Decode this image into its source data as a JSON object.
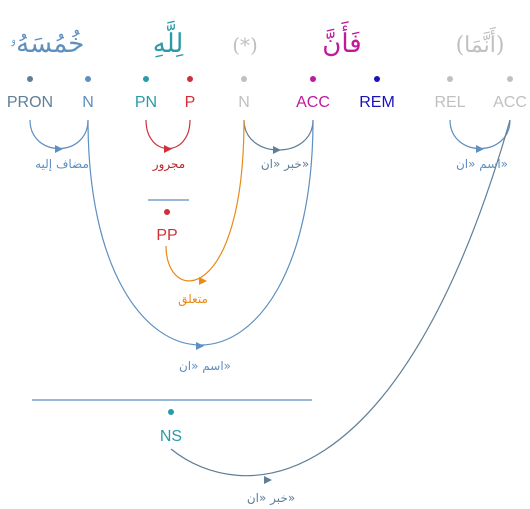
{
  "words": [
    {
      "text": "خُمُسَهُۥ",
      "color": "#5e8fc1"
    },
    {
      "text": "لِلَّهِ",
      "color": "#2a9aa8"
    },
    {
      "text": "(*)",
      "color": "#c0c0c0"
    },
    {
      "text": "فَأَنَّ",
      "color": "#c0199b"
    },
    {
      "text": "(أَنَّمَا)",
      "color": "#c0c0c0"
    }
  ],
  "tags": [
    {
      "label": "PRON",
      "color": "#5f7f97"
    },
    {
      "label": "N",
      "color": "#5e8fc1"
    },
    {
      "label": "PN",
      "color": "#2a9aa8"
    },
    {
      "label": "P",
      "color": "#d0303a"
    },
    {
      "label": "N",
      "color": "#c0c0c0"
    },
    {
      "label": "ACC",
      "color": "#c0199b"
    },
    {
      "label": "REM",
      "color": "#1b12b8"
    },
    {
      "label": "REL",
      "color": "#c0c0c0"
    },
    {
      "label": "ACC",
      "color": "#c0c0c0"
    }
  ],
  "phrases": [
    {
      "label": "PP",
      "color": "#d0303a"
    },
    {
      "label": "NS",
      "color": "#2a9aa8"
    }
  ],
  "relations": [
    {
      "label": "مضاف إليه",
      "color": "#5e8fc1"
    },
    {
      "label": "مجرور",
      "color": "#b5262c"
    },
    {
      "label": "خبر «ان»",
      "color": "#5f7f97"
    },
    {
      "label": "اسم «ان»",
      "color": "#5e8fc1"
    },
    {
      "label": "متعلق",
      "color": "#e88a1a"
    },
    {
      "label": "اسم «ان»",
      "color": "#5e8fc1"
    },
    {
      "label": "خبر «ان»",
      "color": "#5f7f97"
    }
  ]
}
